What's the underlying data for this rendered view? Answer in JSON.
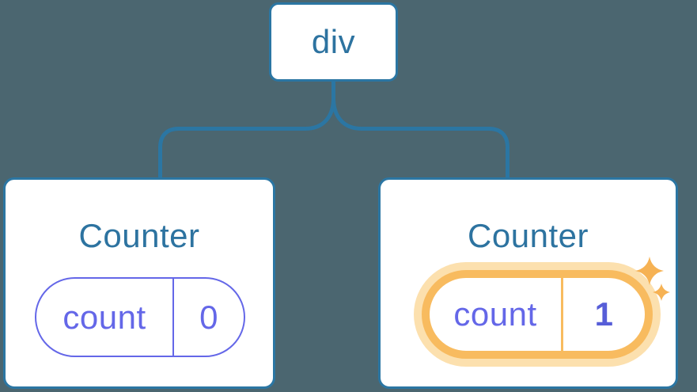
{
  "diagram": {
    "root": {
      "label": "div"
    },
    "children": [
      {
        "title": "Counter",
        "state": {
          "label": "count",
          "value": "0"
        },
        "highlighted": false
      },
      {
        "title": "Counter",
        "state": {
          "label": "count",
          "value": "1"
        },
        "highlighted": true
      }
    ]
  },
  "icons": {
    "sparkles": "sparkles-icon (state updated indicator)"
  },
  "colors": {
    "background": "#4B6670",
    "card_bg": "#FFFFFF",
    "tree_line_blue": "#2B76A3",
    "label_blue": "#2D73A0",
    "state_purple": "#6467E8",
    "state_value_purple": "#575ED8",
    "highlight_orange": "#F8BB5F",
    "highlight_glow": "#FCE0AE",
    "sparkle_orange": "#F6B254"
  }
}
